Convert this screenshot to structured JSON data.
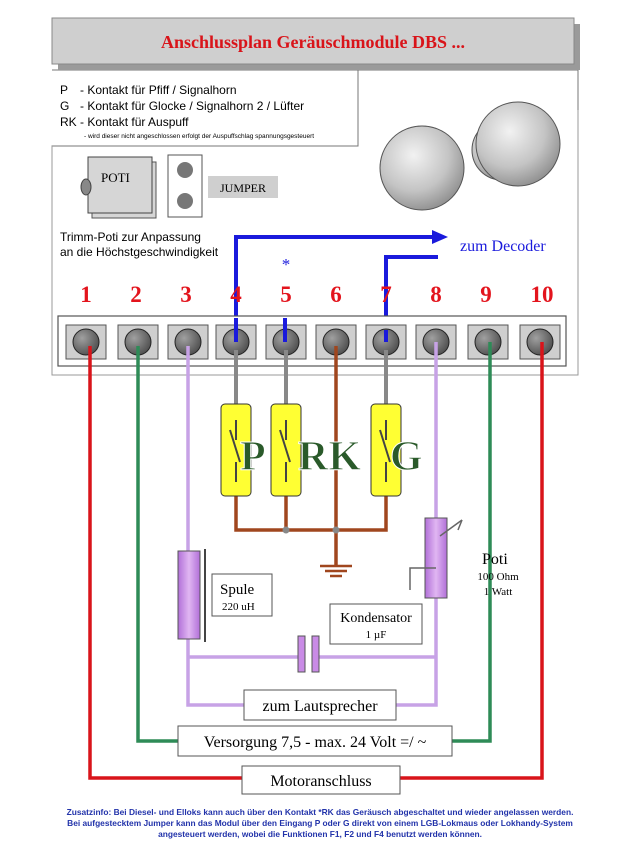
{
  "title": "Anschlussplan Geräuschmodule DBS ...",
  "legend": [
    {
      "key": "P",
      "text": "- Kontakt für Pfiff / Signalhorn"
    },
    {
      "key": "G",
      "text": "- Kontakt für Glocke / Signalhorn 2 / Lüfter"
    },
    {
      "key": "RK",
      "text": "- Kontakt für Auspuff"
    }
  ],
  "legend_note": "- wird dieser nicht angeschlossen erfolgt der Auspuffschlag spannungsgesteuert",
  "poti_label": "POTI",
  "jumper_label": "JUMPER",
  "trimm_line1": "Trimm-Poti zur Anpassung",
  "trimm_line2": "an die Höchstgeschwindigkeit",
  "decoder_label": "zum Decoder",
  "asterisk": "*",
  "terminals": [
    "1",
    "2",
    "3",
    "4",
    "5",
    "6",
    "7",
    "8",
    "9",
    "10"
  ],
  "contacts": [
    "P",
    "RK",
    "G"
  ],
  "spule_label": "Spule",
  "spule_value": "220 uH",
  "kondensator_label": "Kondensator",
  "kondensator_value": "1 µF",
  "poti_resistor_label": "Poti",
  "poti_value1": "100 Ohm",
  "poti_value2": "1 Watt",
  "lautsprecher_label": "zum Lautsprecher",
  "versorgung_label": "Versorgung 7,5 - max. 24 Volt =/ ~",
  "motor_label": "Motoranschluss",
  "footnote": "Zusatzinfo: Bei Diesel- und Elloks kann auch über den Kontakt *RK das Geräusch abgeschaltet und wieder angelassen werden. Bei aufgestecktem Jumper kann das Modul über den Eingang P oder G direkt von einem LGB-Lokmaus oder Lokhandy-System angesteuert werden, wobei die Funktionen F1, F2 und F4 benutzt werden können.",
  "colors": {
    "title": "#d9141a",
    "terminal_numbers": "#e3141d",
    "decoder_wire": "#1a1adc",
    "ground_wire": "#a0461e",
    "speaker_wire": "#c7a2e6",
    "supply_wire": "#2e8b57",
    "motor_wire": "#d9141a",
    "contact_fill": "#ffff33",
    "coil_fill": "#c98be6"
  }
}
